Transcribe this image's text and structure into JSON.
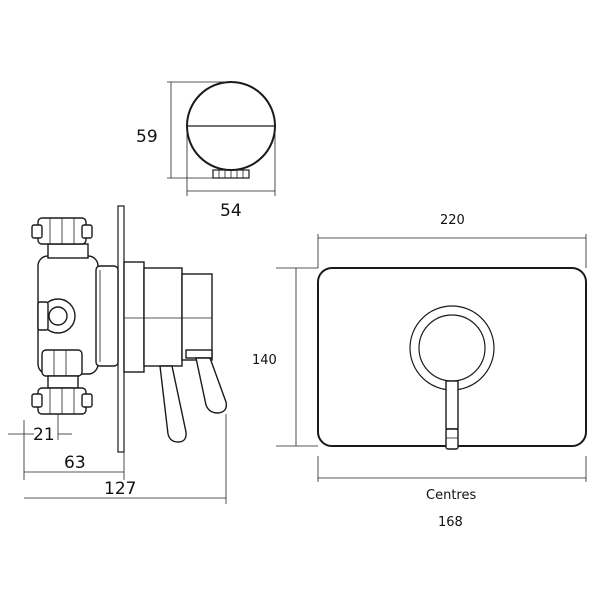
{
  "dimensions": {
    "wall_outlet_height": "59",
    "wall_outlet_width": "54",
    "plate_width": "220",
    "plate_height": "140",
    "inlet_offset": "21",
    "body_depth": "63",
    "overall_depth": "127",
    "centres_label": "Centres",
    "centres_value": "168"
  },
  "colors": {
    "line": "#1a1a1a",
    "background": "#ffffff"
  }
}
